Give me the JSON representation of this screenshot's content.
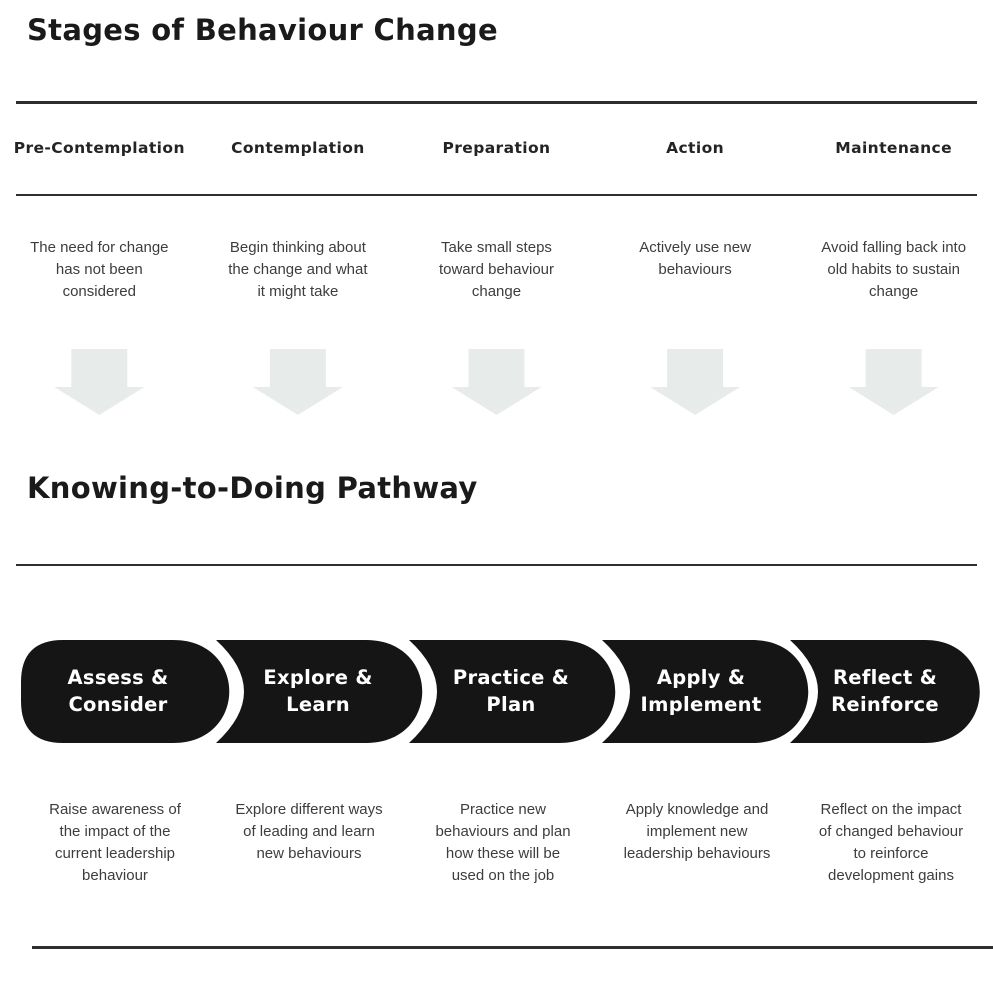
{
  "colors": {
    "background": "#ffffff",
    "shape_fill": "#151515",
    "shape_text": "#ffffff",
    "arrow_fill": "#e7ecea",
    "rule": "#2e2e2e",
    "heading_text": "#1a1a1a",
    "body_text": "#3d3d3d"
  },
  "icons": {
    "down_arrow": "block-arrow-down"
  },
  "behaviour_change": {
    "title": "Stages of Behaviour Change",
    "stages": [
      {
        "name": "Pre-Contemplation",
        "description": "The need for change\nhas not been\nconsidered"
      },
      {
        "name": "Contemplation",
        "description": "Begin thinking about\nthe change and what\nit might take"
      },
      {
        "name": "Preparation",
        "description": "Take small steps\ntoward behaviour\nchange"
      },
      {
        "name": "Action",
        "description": "Actively use new\nbehaviours"
      },
      {
        "name": "Maintenance",
        "description": "Avoid falling back into\nold habits to sustain\nchange"
      }
    ]
  },
  "pathway": {
    "title": "Knowing-to-Doing Pathway",
    "steps": [
      {
        "label": "Assess &\nConsider",
        "description": "Raise awareness of\nthe impact of the\ncurrent leadership\nbehaviour"
      },
      {
        "label": "Explore &\nLearn",
        "description": "Explore different ways\nof leading and learn\nnew behaviours"
      },
      {
        "label": "Practice &\nPlan",
        "description": "Practice new\nbehaviours and plan\nhow these will be\nused on the job"
      },
      {
        "label": "Apply &\nImplement",
        "description": "Apply knowledge and\nimplement new\nleadership behaviours"
      },
      {
        "label": "Reflect &\nReinforce",
        "description": "Reflect on the impact\nof changed behaviour\nto reinforce\ndevelopment gains"
      }
    ]
  }
}
